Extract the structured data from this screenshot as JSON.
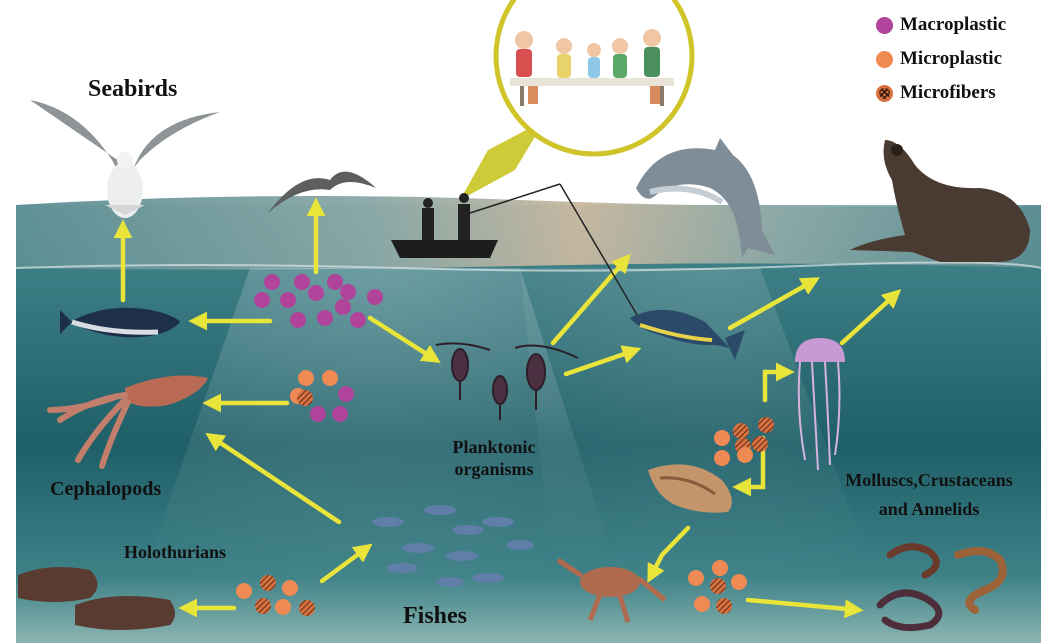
{
  "legend": {
    "items": [
      {
        "label": "Macroplastic",
        "color": "#b0449b",
        "kind": "solid"
      },
      {
        "label": "Microplastic",
        "color": "#ef8a54",
        "kind": "solid"
      },
      {
        "label": "Microfibers",
        "color": "#d9703f",
        "kind": "hatched"
      }
    ]
  },
  "labels": {
    "seabirds": "Seabirds",
    "cephalopods": "Cephalopods",
    "holothurians": "Holothurians",
    "planktonic_line1": "Planktonic",
    "planktonic_line2": "organisms",
    "molluscs_line1": "Molluscs,Crustaceans",
    "molluscs_line2": "and Annelids",
    "fishes": "Fishes"
  },
  "colors": {
    "sky": "#ffffff",
    "sea_surface": "#6f9aa0",
    "sea_deep": "#1d5a63",
    "seafloor": "#7aa5a6",
    "arrow": "#e9e43a",
    "macroplastic": "#b0449b",
    "microplastic": "#ef8a54",
    "microfiber": "#d9703f"
  },
  "icons": {
    "seagull": "seagull-icon",
    "tuna": "tuna-icon",
    "squid": "squid-icon",
    "sea_cucumber": "sea-cucumber-icon",
    "fish_school": "fish-school-icon",
    "fishermen_boat": "fishing-boat-icon",
    "family_dinner": "family-dinner-icon",
    "dolphin": "dolphin-icon",
    "sea_lion": "sea-lion-icon",
    "jellyfish": "jellyfish-icon",
    "shell": "sea-shell-icon",
    "crab": "crab-icon",
    "worm": "worm-icon",
    "plankton": "plankton-icon"
  }
}
